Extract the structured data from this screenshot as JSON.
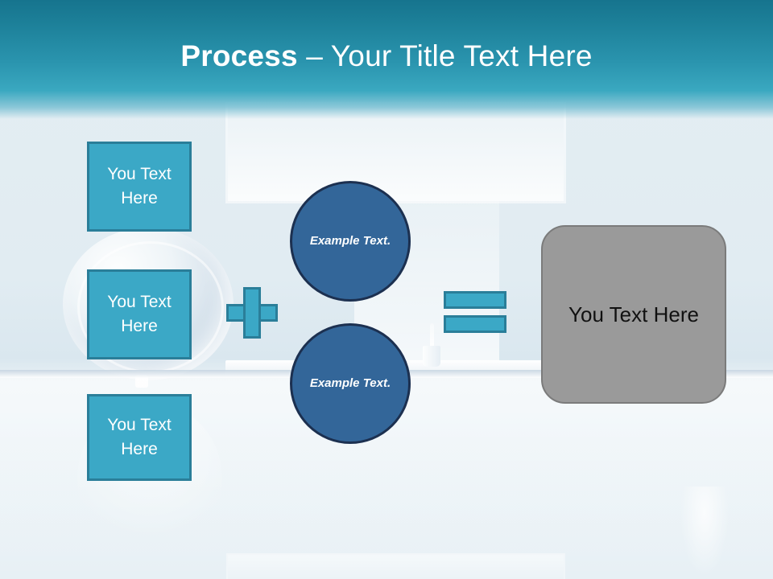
{
  "slide": {
    "title": {
      "bold_part": "Process",
      "rest_part": " – Your Title Text Here"
    },
    "colors": {
      "header_top": "#16748e",
      "header_bottom": "#3aa8c0",
      "teal_fill": "#3ba8c6",
      "teal_border": "#2a7e99",
      "circle_fill": "#336699",
      "circle_border": "#1c3050",
      "grey_fill": "#9a9a9a",
      "grey_border": "#7b7b7b",
      "background": "#e4eef3"
    },
    "input_boxes": [
      {
        "label": "You Text Here"
      },
      {
        "label": "You Text Here"
      },
      {
        "label": "You Text Here"
      }
    ],
    "operators": {
      "plus": "+",
      "equals": "="
    },
    "circles": [
      {
        "label": "Example Text."
      },
      {
        "label": "Example Text."
      }
    ],
    "result_box": {
      "label": "You Text Here"
    }
  }
}
